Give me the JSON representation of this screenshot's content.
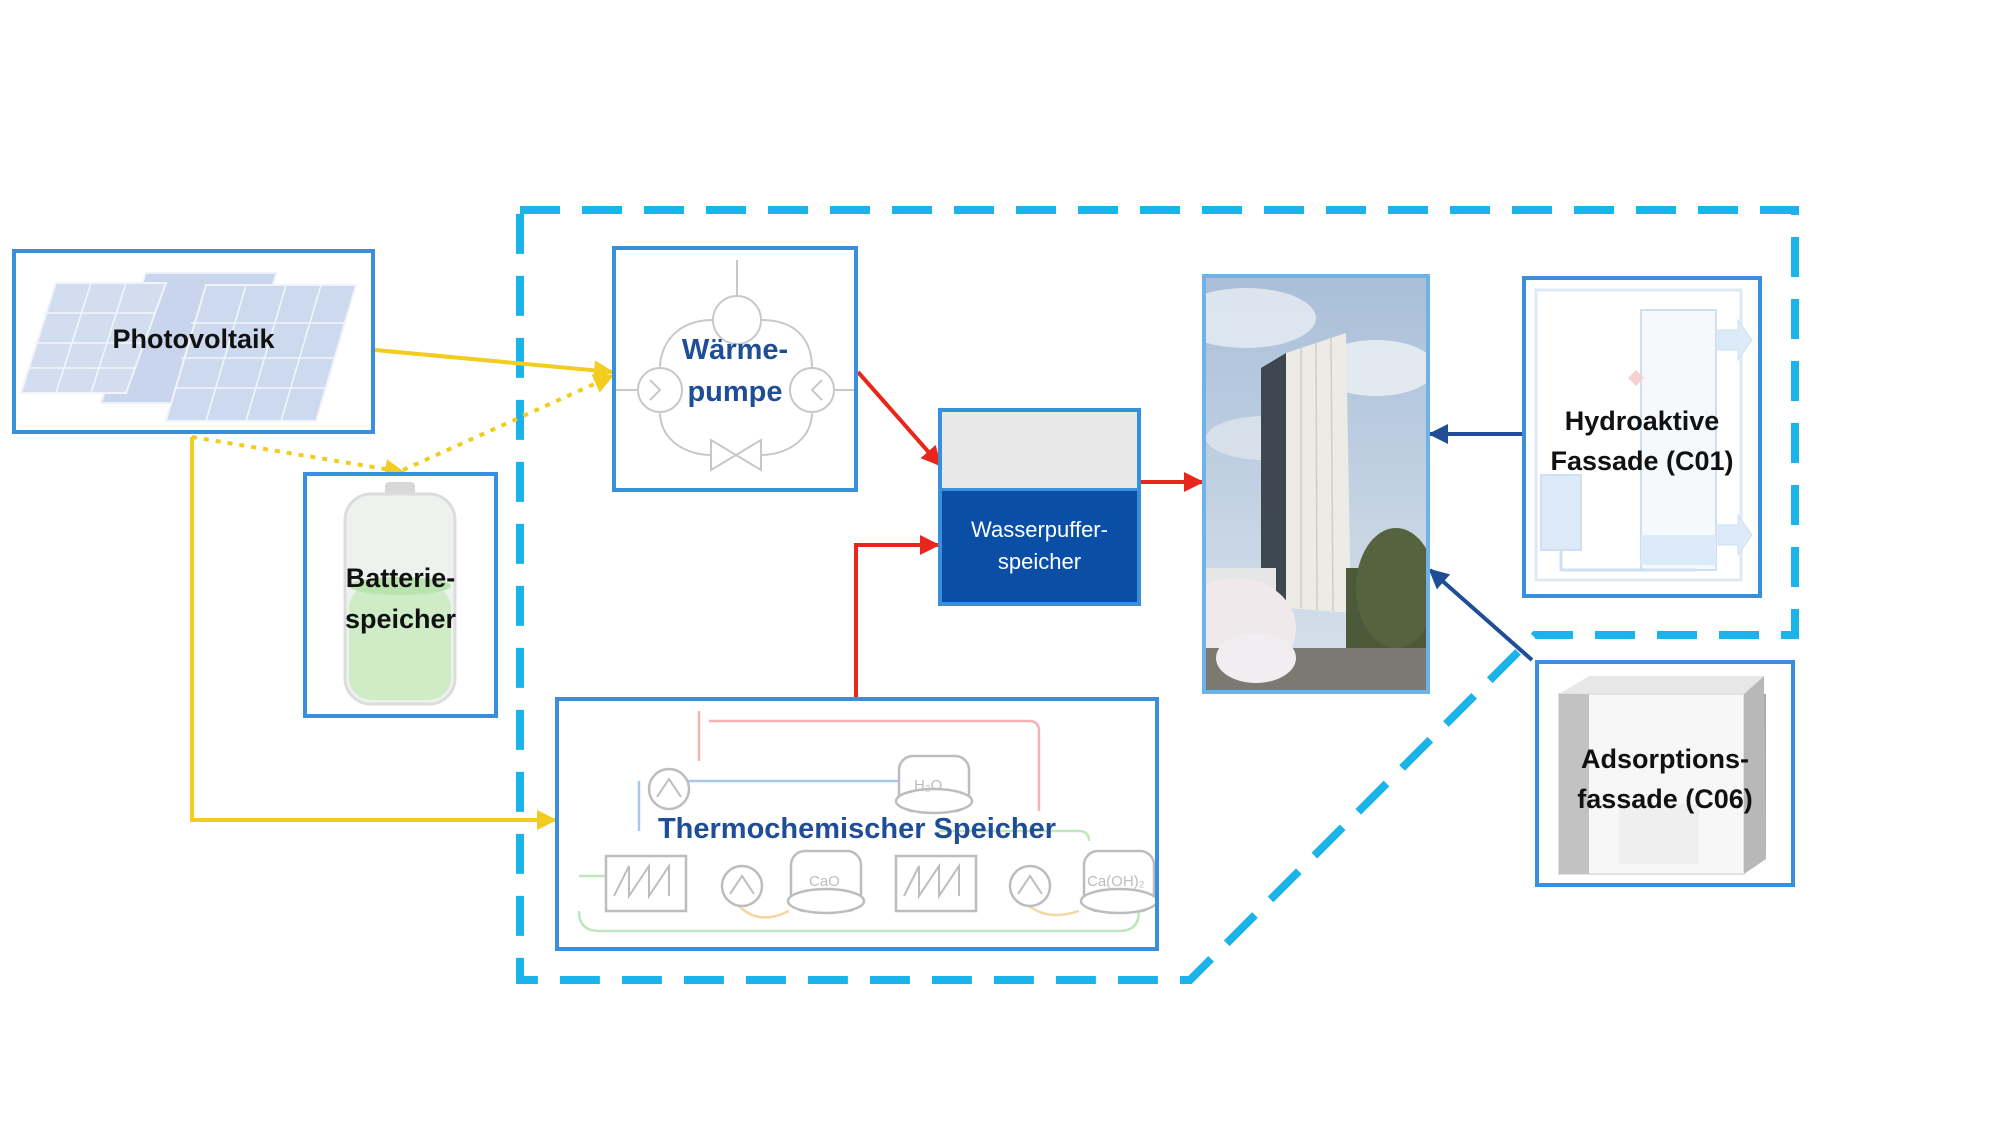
{
  "nodes": {
    "photovoltaik": {
      "label": "Photovoltaik"
    },
    "battery": {
      "line1": "Batterie-",
      "line2": "speicher"
    },
    "heatpump": {
      "line1": "Wärme-",
      "line2": "pumpe"
    },
    "buffer": {
      "line1": "Wasserpuffer-",
      "line2": "speicher"
    },
    "thermochemical": {
      "label": "Thermochemischer Speicher",
      "h2o": "H₂O",
      "cao": "CaO",
      "caoh2": "Ca(OH)₂"
    },
    "hydroactive": {
      "line1": "Hydroaktive",
      "line2": "Fassade (C01)"
    },
    "adsorption": {
      "line1": "Adsorptions-",
      "line2": "fassade (C06)"
    }
  },
  "colors": {
    "box_border": "#3a8fdc",
    "dashed_boundary": "#1ab4ea",
    "electric_flow": "#f2cc1e",
    "heat_flow": "#e8261c",
    "facade_flow": "#1f4e96",
    "buffer_fill": "#0a4ea5",
    "buffer_top": "#e8e8e8",
    "title_blue": "#1f4e96"
  },
  "icons": [
    "solar-panel-icon",
    "battery-icon",
    "heat-pump-cycle-icon",
    "water-tank-icon",
    "thermochemical-process-icon",
    "building-photo",
    "hydroactive-facade-icon",
    "adsorption-facade-icon"
  ]
}
